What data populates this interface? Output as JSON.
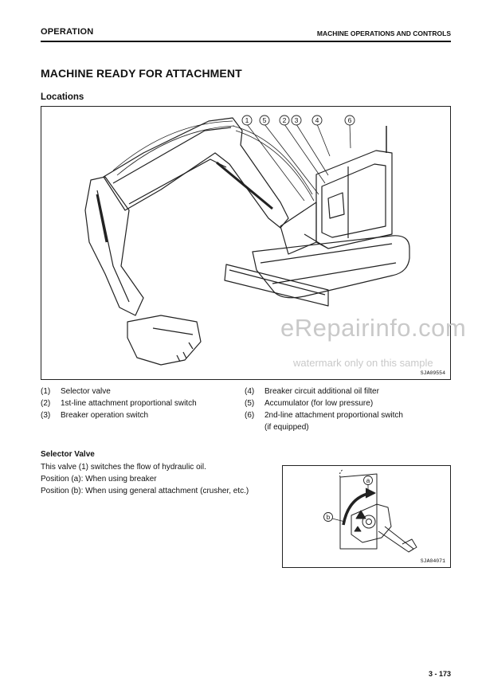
{
  "header": {
    "left": "OPERATION",
    "right": "MACHINE OPERATIONS AND CONTROLS"
  },
  "title": "MACHINE READY FOR ATTACHMENT",
  "subtitle": "Locations",
  "figure_main": {
    "code": "SJA09554",
    "callouts": [
      "1",
      "5",
      "2",
      "3",
      "4",
      "6"
    ]
  },
  "watermark": {
    "line1": "eRepairinfo.com",
    "line2": "watermark only on this sample"
  },
  "legend": {
    "left": [
      {
        "num": "(1)",
        "text": "Selector valve"
      },
      {
        "num": "(2)",
        "text": "1st-line attachment proportional switch"
      },
      {
        "num": "(3)",
        "text": "Breaker operation switch"
      }
    ],
    "right": [
      {
        "num": "(4)",
        "text": "Breaker circuit additional oil filter"
      },
      {
        "num": "(5)",
        "text": "Accumulator (for low pressure)"
      },
      {
        "num": "(6)",
        "text": "2nd-line attachment proportional switch"
      }
    ],
    "right_cont": "(if equipped)"
  },
  "section": {
    "title": "Selector Valve",
    "lines": [
      "This valve (1) switches the flow of hydraulic oil.",
      "Position (a): When using breaker",
      "Position (b): When using general attachment (crusher, etc.)"
    ]
  },
  "figure_small": {
    "code": "SJA04071",
    "label_a": "a",
    "label_b": "b"
  },
  "page_number": "3 - 173"
}
